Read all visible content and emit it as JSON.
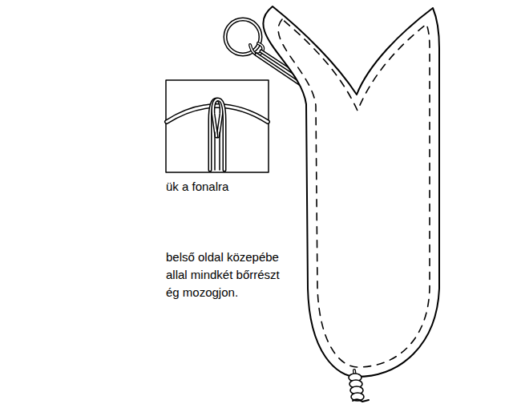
{
  "diagram": {
    "labels": [
      "ük a fonalra",
      "belső oldal közepébe",
      "allal mindkét bőrrészt",
      "ég mozogjon."
    ]
  }
}
